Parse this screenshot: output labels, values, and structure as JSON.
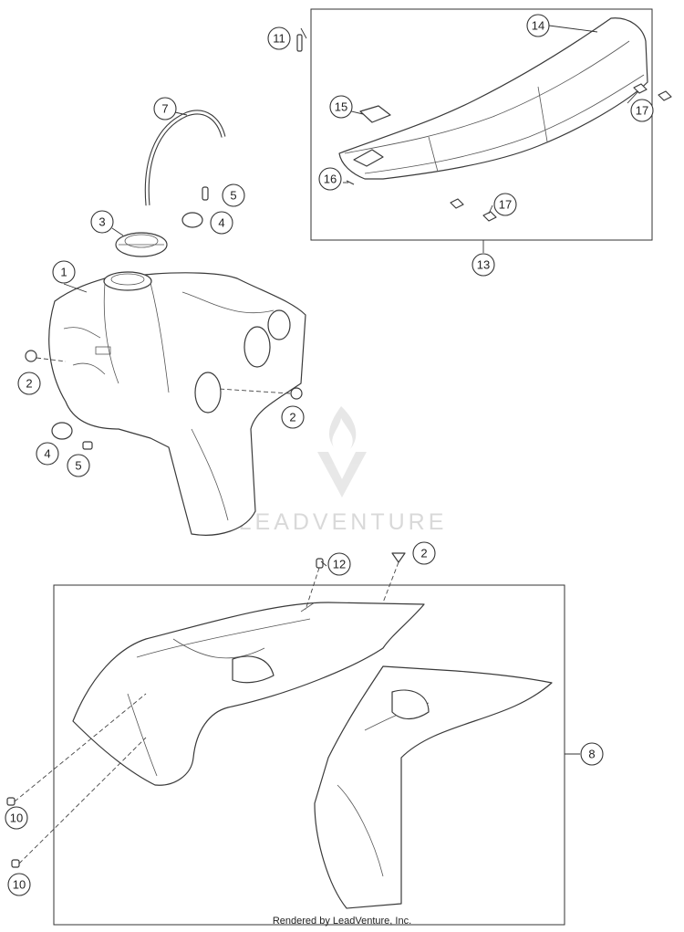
{
  "callouts": {
    "c1": "1",
    "c2a": "2",
    "c2b": "2",
    "c2c": "2",
    "c3": "3",
    "c4a": "4",
    "c4b": "4",
    "c5a": "5",
    "c5b": "5",
    "c7": "7",
    "c8": "8",
    "c10a": "10",
    "c10b": "10",
    "c11": "11",
    "c12": "12",
    "c13": "13",
    "c14": "14",
    "c15": "15",
    "c16": "16",
    "c17a": "17",
    "c17b": "17"
  },
  "watermark": {
    "text": "LEADVENTURE"
  },
  "footer": {
    "credit": "Rendered by LeadVenture, Inc."
  }
}
